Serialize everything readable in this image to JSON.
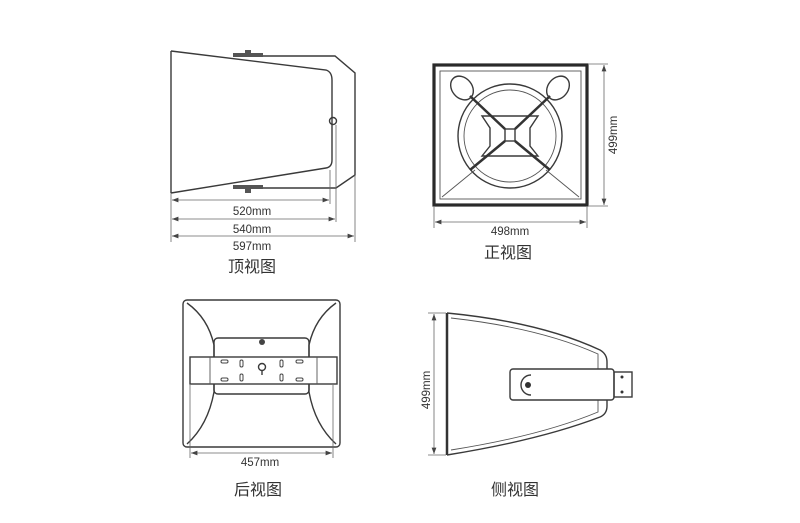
{
  "views": {
    "top": {
      "label": "顶视图",
      "dims": [
        "520mm",
        "540mm",
        "597mm"
      ]
    },
    "front": {
      "label": "正视图",
      "width": "498mm",
      "height": "499mm"
    },
    "back": {
      "label": "后视图",
      "width": "457mm"
    },
    "side": {
      "label": "侧视图",
      "height": "499mm"
    }
  },
  "colors": {
    "line": "#3a3a3a",
    "text": "#333333"
  }
}
